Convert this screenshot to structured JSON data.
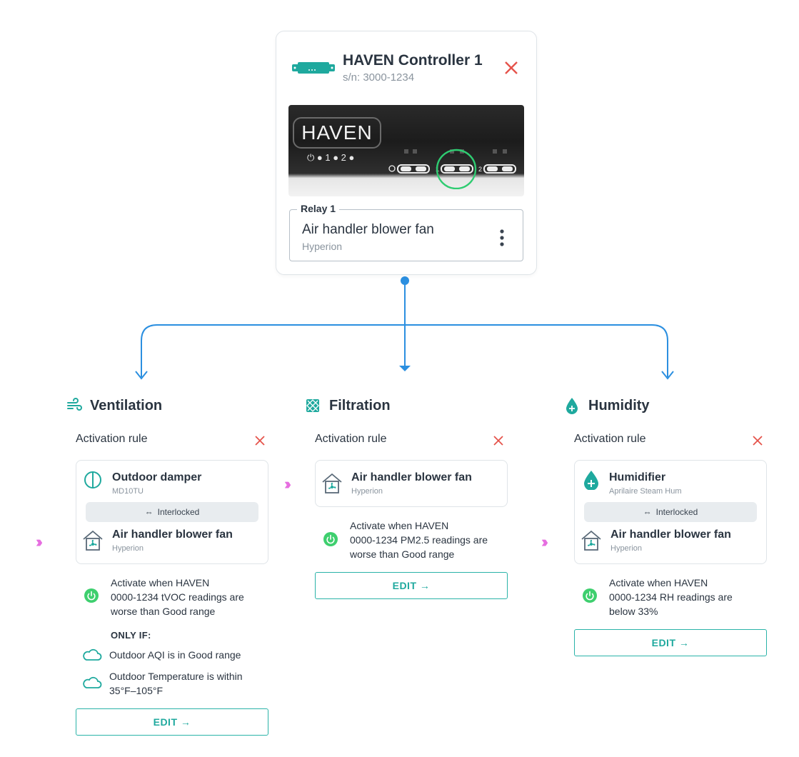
{
  "controller": {
    "title": "HAVEN Controller 1",
    "serial": "s/n: 3000-1234",
    "photo_brand": "HAVEN",
    "photo_leds": "⏻ ● 1 ● 2 ●",
    "relay": {
      "legend": "Relay 1",
      "name": "Air handler blower fan",
      "sub": "Hyperion"
    }
  },
  "colors": {
    "accent": "#1fa99e",
    "connector": "#2b8fe0",
    "close": "#e5534b",
    "chevron": "#e66ee0"
  },
  "sections": {
    "ventilation": {
      "title": "Ventilation",
      "rule_label": "Activation rule",
      "device1": {
        "name": "Outdoor damper",
        "model": "MD10TU"
      },
      "interlock": "Interlocked",
      "device2": {
        "name": "Air handler blower fan",
        "model": "Hyperion"
      },
      "condition": [
        "Activate when HAVEN",
        "0000-1234 tVOC readings are",
        "worse than Good range"
      ],
      "only_if": "ONLY IF:",
      "extra1": "Outdoor AQI is in Good range",
      "extra2": [
        "Outdoor Temperature is within",
        "35°F–105°F"
      ],
      "edit": "EDIT →"
    },
    "filtration": {
      "title": "Filtration",
      "rule_label": "Activation rule",
      "device1": {
        "name": "Air handler blower fan",
        "model": "Hyperion"
      },
      "condition": [
        "Activate when HAVEN",
        "0000-1234 PM2.5 readings are",
        "worse than Good range"
      ],
      "edit": "EDIT →"
    },
    "humidity": {
      "title": "Humidity",
      "rule_label": "Activation rule",
      "device1": {
        "name": "Humidifier",
        "model": "Aprilaire Steam Hum"
      },
      "interlock": "Interlocked",
      "device2": {
        "name": "Air handler blower fan",
        "model": "Hyperion"
      },
      "condition": [
        "Activate when HAVEN",
        "0000-1234 RH readings are",
        "below 33%"
      ],
      "edit": "EDIT →"
    }
  }
}
